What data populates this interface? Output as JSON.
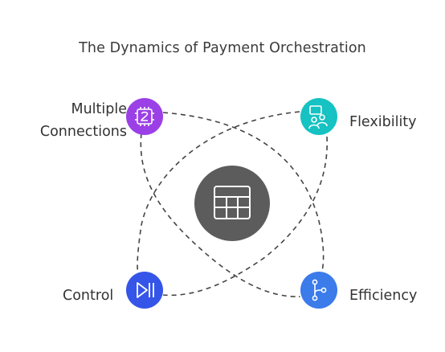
{
  "title": "The Dynamics of Payment Orchestration",
  "center": {
    "icon": "table-grid-icon",
    "color": "#5c5c5c"
  },
  "nodes": [
    {
      "id": "multiple-connections",
      "label_line1": "Multiple",
      "label_line2": "Connections",
      "icon": "chip-2-icon",
      "color": "#9b40e6"
    },
    {
      "id": "flexibility",
      "label": "Flexibility",
      "icon": "team-users-icon",
      "color": "#16c2c2"
    },
    {
      "id": "control",
      "label": "Control",
      "icon": "play-pause-icon",
      "color": "#3555e8"
    },
    {
      "id": "efficiency",
      "label": "Efficiency",
      "icon": "branch-icon",
      "color": "#3b7bea"
    }
  ],
  "line_color": "#444444"
}
